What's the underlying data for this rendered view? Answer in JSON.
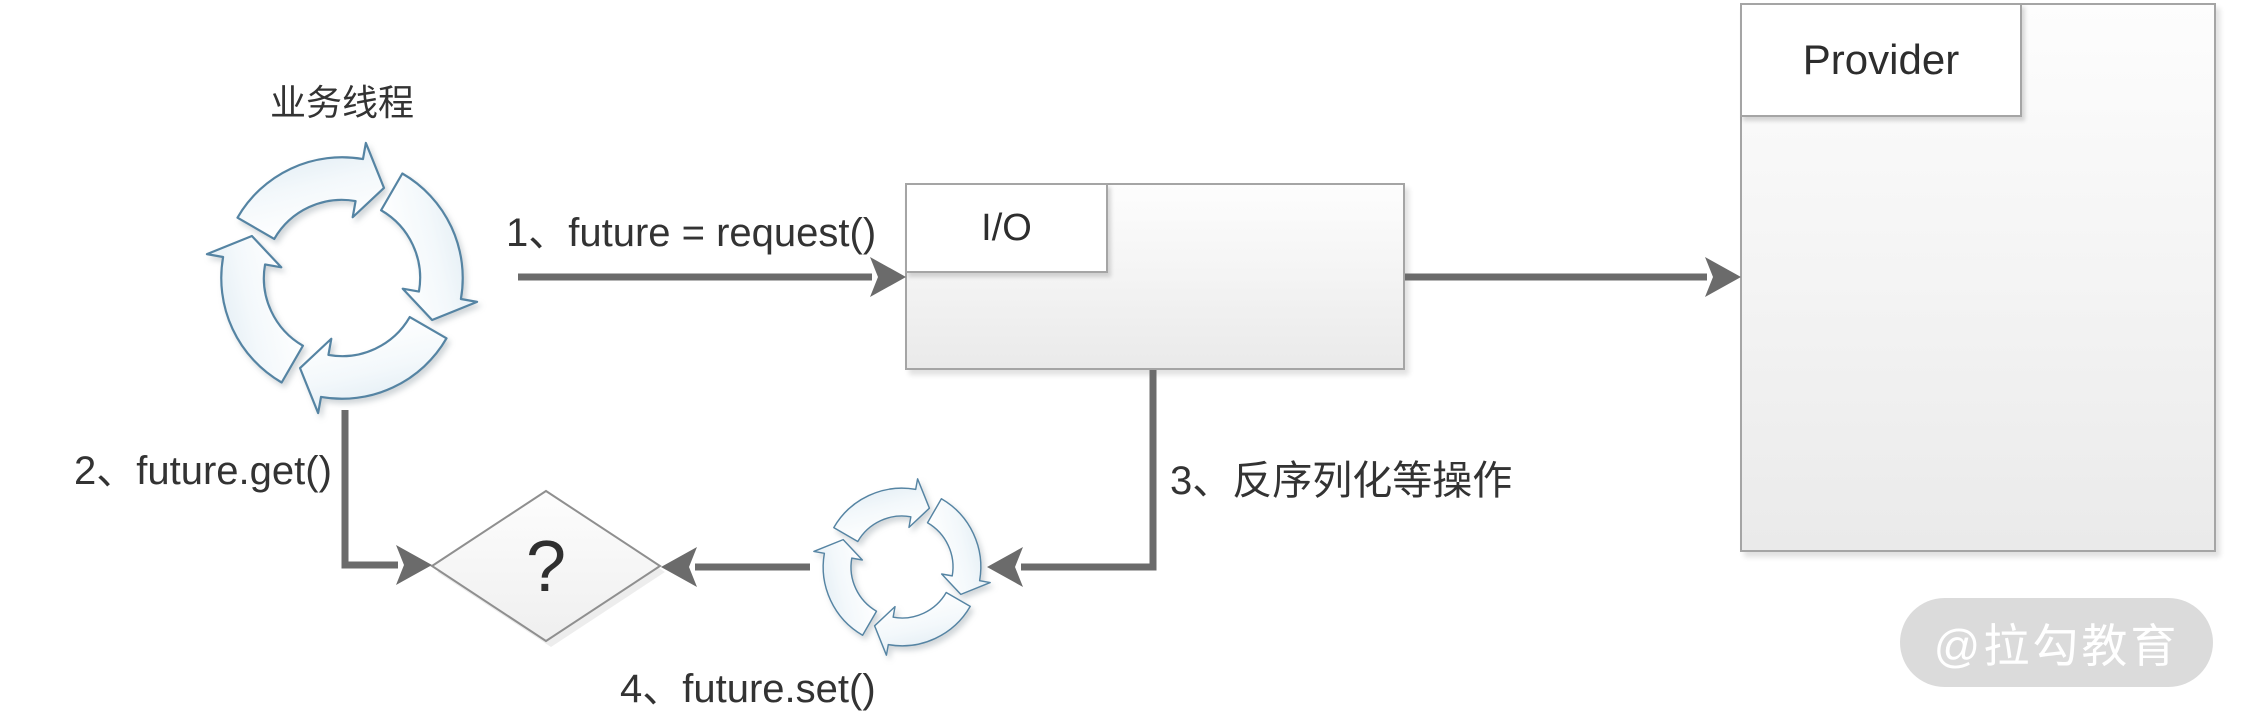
{
  "nodes": {
    "business_thread": {
      "label": "业务线程"
    },
    "io": {
      "label": "I/O"
    },
    "provider": {
      "label": "Provider"
    },
    "future_question": {
      "label": "?"
    }
  },
  "edges": {
    "step1": {
      "label": "1、future = request()"
    },
    "step2": {
      "label": "2、future.get()"
    },
    "step3": {
      "label": "3、反序列化等操作"
    },
    "step4": {
      "label": "4、future.set()"
    }
  },
  "icons": {
    "business_thread_icon": "cycle-arrows-icon",
    "io_thread_icon": "cycle-arrows-icon"
  },
  "watermark": {
    "label": "@拉勾教育"
  },
  "colors": {
    "connector": "#6b6b6b",
    "box_border": "#a5a5a5",
    "box_fill_top": "#fdfdfd",
    "box_fill_bottom": "#eaeaea",
    "cycle_stroke": "#5584a3",
    "cycle_fill_light": "#e9f1f7",
    "diamond_border": "#8f8f8f",
    "text": "#333333",
    "watermark_bg": "#dbdbdb",
    "watermark_text": "#ffffff"
  }
}
